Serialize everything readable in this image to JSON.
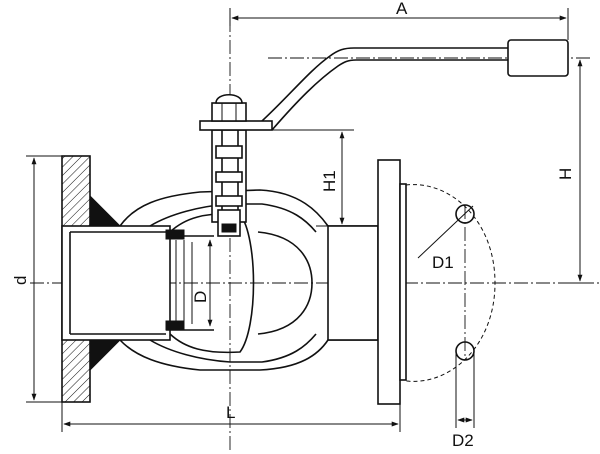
{
  "dimensions": {
    "A": "A",
    "H": "H",
    "H1": "H1",
    "d": "d",
    "D": "D",
    "D1": "D1",
    "D2": "D2",
    "L": "L"
  }
}
